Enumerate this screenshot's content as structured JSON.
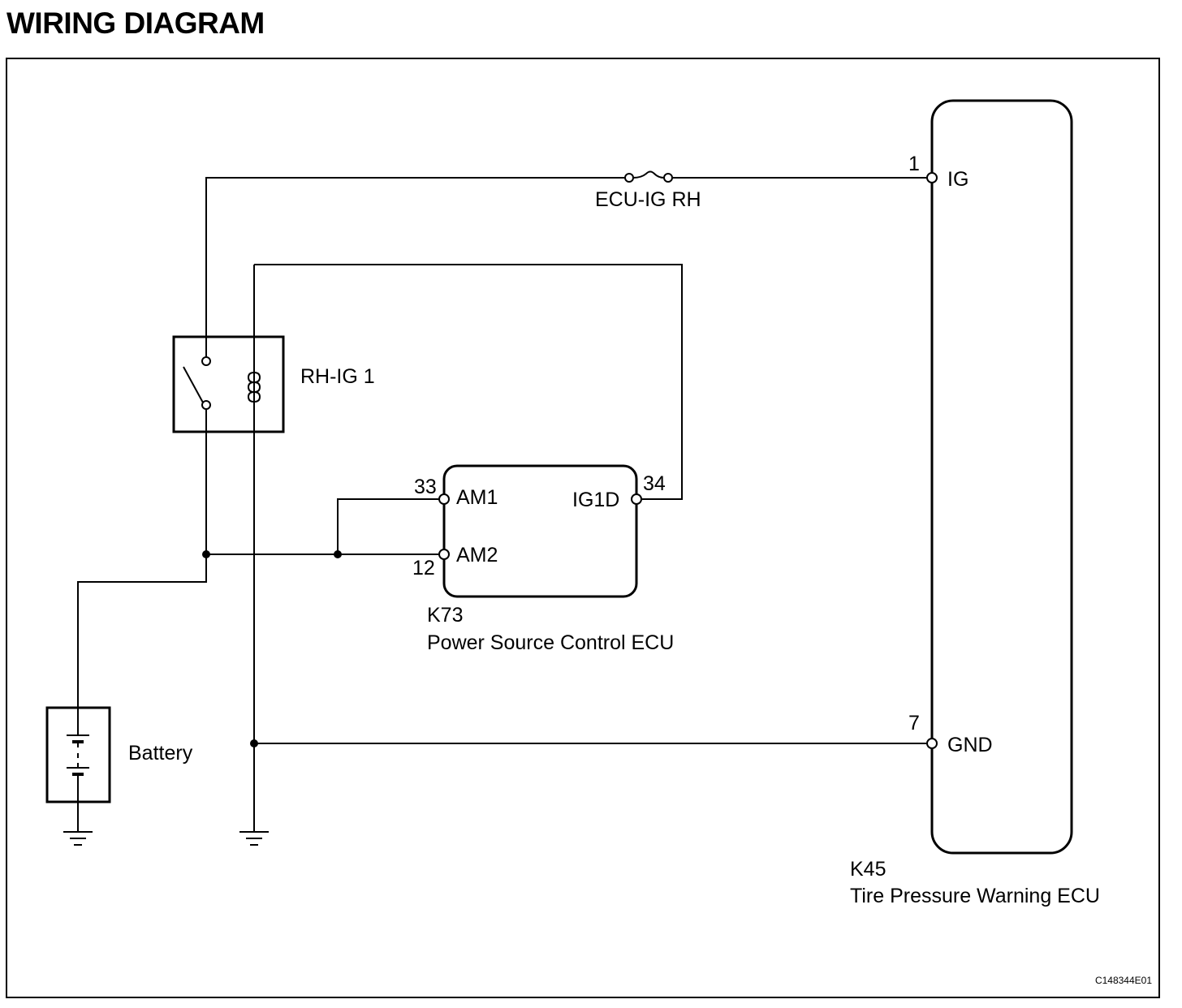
{
  "title": "WIRING DIAGRAM",
  "components": {
    "fuse": {
      "label": "ECU-IG RH"
    },
    "relay": {
      "label": "RH-IG 1"
    },
    "battery": {
      "label": "Battery"
    },
    "power_ecu": {
      "code": "K73",
      "name": "Power Source Control ECU",
      "pins": [
        {
          "number": "33",
          "name": "AM1"
        },
        {
          "number": "12",
          "name": "AM2"
        },
        {
          "number": "34",
          "name": "IG1D"
        }
      ]
    },
    "tpw_ecu": {
      "code": "K45",
      "name": "Tire Pressure Warning ECU",
      "pins": [
        {
          "number": "1",
          "name": "IG"
        },
        {
          "number": "7",
          "name": "GND"
        }
      ]
    }
  },
  "figure_code": "C148344E01"
}
